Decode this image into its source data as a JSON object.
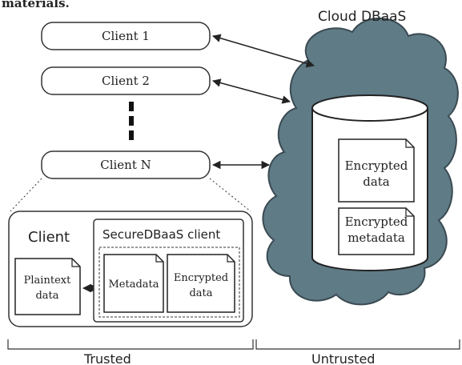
{
  "top_cut_text": "materials.",
  "cloud_label": "Cloud DBaaS",
  "clients": [
    {
      "label": "Client 1"
    },
    {
      "label": "Client 2"
    },
    {
      "label": "Client N"
    }
  ],
  "client_detail": {
    "title": "Client",
    "secure_title": "SecureDBaaS client",
    "plaintext_line1": "Plaintext",
    "plaintext_line2": "data",
    "metadata": "Metadata",
    "enc_line1": "Encrypted",
    "enc_line2": "data"
  },
  "db_docs": {
    "doc1_line1": "Encrypted",
    "doc1_line2": "data",
    "doc2_line1": "Encrypted",
    "doc2_line2": "metadata"
  },
  "zones": {
    "trusted": "Trusted",
    "untrusted": "Untrusted"
  },
  "colors": {
    "cloud_fill": "#5f7b86",
    "cloud_stroke": "#3a4a52",
    "box_stroke": "#333333"
  }
}
